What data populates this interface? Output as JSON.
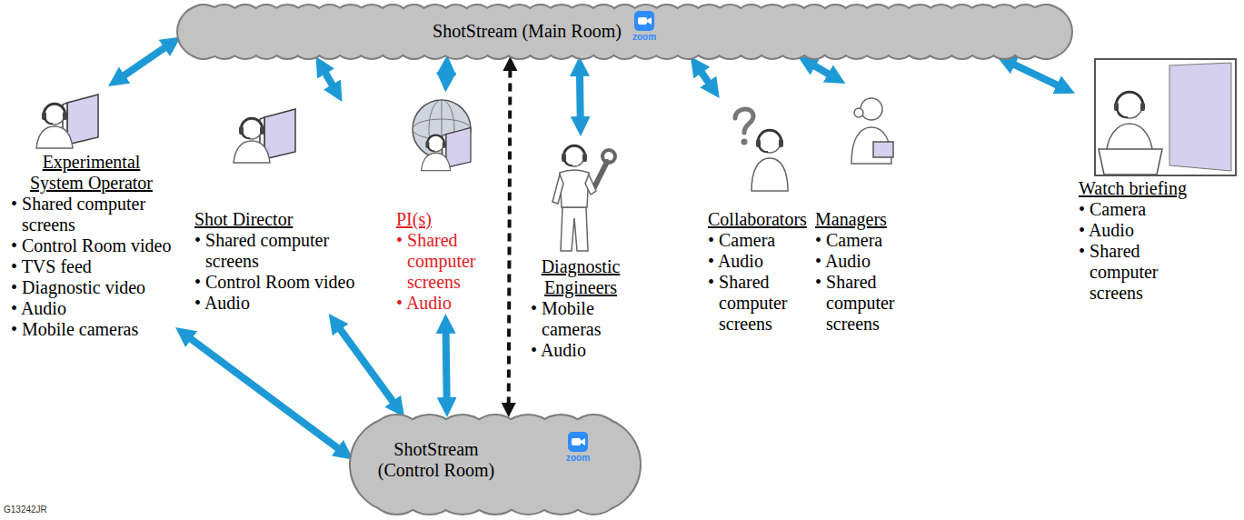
{
  "diagram": {
    "nodes": [
      {
        "text": [
          "ShotStream (Main Room)"
        ]
      },
      {
        "text": [
          "Experimental System Operator",
          "• Shared computer screens",
          "• Control Room video",
          "• TVS feed",
          "• Diagnostic video",
          "• Audio",
          "• Mobile cameras"
        ]
      },
      {
        "text": [
          "Shot Director",
          "• Shared computer screens",
          "• Control Room video",
          "• Audio"
        ]
      },
      {
        "text": [
          "PI(s)",
          "• Shared computer screens",
          "• Audio"
        ]
      },
      {
        "text": [
          "Diagnostic Engineers",
          "• Mobile cameras",
          "• Audio"
        ]
      },
      {
        "text": [
          "Collaborators",
          "• Camera",
          "• Audio",
          "• Shared computer screens"
        ]
      },
      {
        "text": [
          "Managers",
          "• Camera",
          "• Audio",
          "• Shared computer screens"
        ]
      },
      {
        "text": [
          "Watch briefing",
          "• Camera",
          "• Audio",
          "• Shared computer screens"
        ]
      },
      {
        "text": [
          "ShotStream (Control Room)"
        ]
      }
    ],
    "edges": [
      {
        "from": 0,
        "to": 1,
        "arrow": "both"
      },
      {
        "from": 0,
        "to": 2,
        "arrow": "both"
      },
      {
        "from": 0,
        "to": 3,
        "arrow": "both"
      },
      {
        "from": 0,
        "to": 4,
        "arrow": "both"
      },
      {
        "from": 0,
        "to": 5,
        "arrow": "both"
      },
      {
        "from": 0,
        "to": 6,
        "arrow": "both"
      },
      {
        "from": 0,
        "to": 7,
        "arrow": "both"
      },
      {
        "from": 1,
        "to": 8,
        "arrow": "both"
      },
      {
        "from": 2,
        "to": 8,
        "arrow": "both"
      },
      {
        "from": 3,
        "to": 8,
        "arrow": "both"
      },
      {
        "from": 0,
        "to": 8,
        "arrow": "both"
      }
    ],
    "labels": [
      "zoom",
      "zoom",
      "G13242JR"
    ]
  }
}
